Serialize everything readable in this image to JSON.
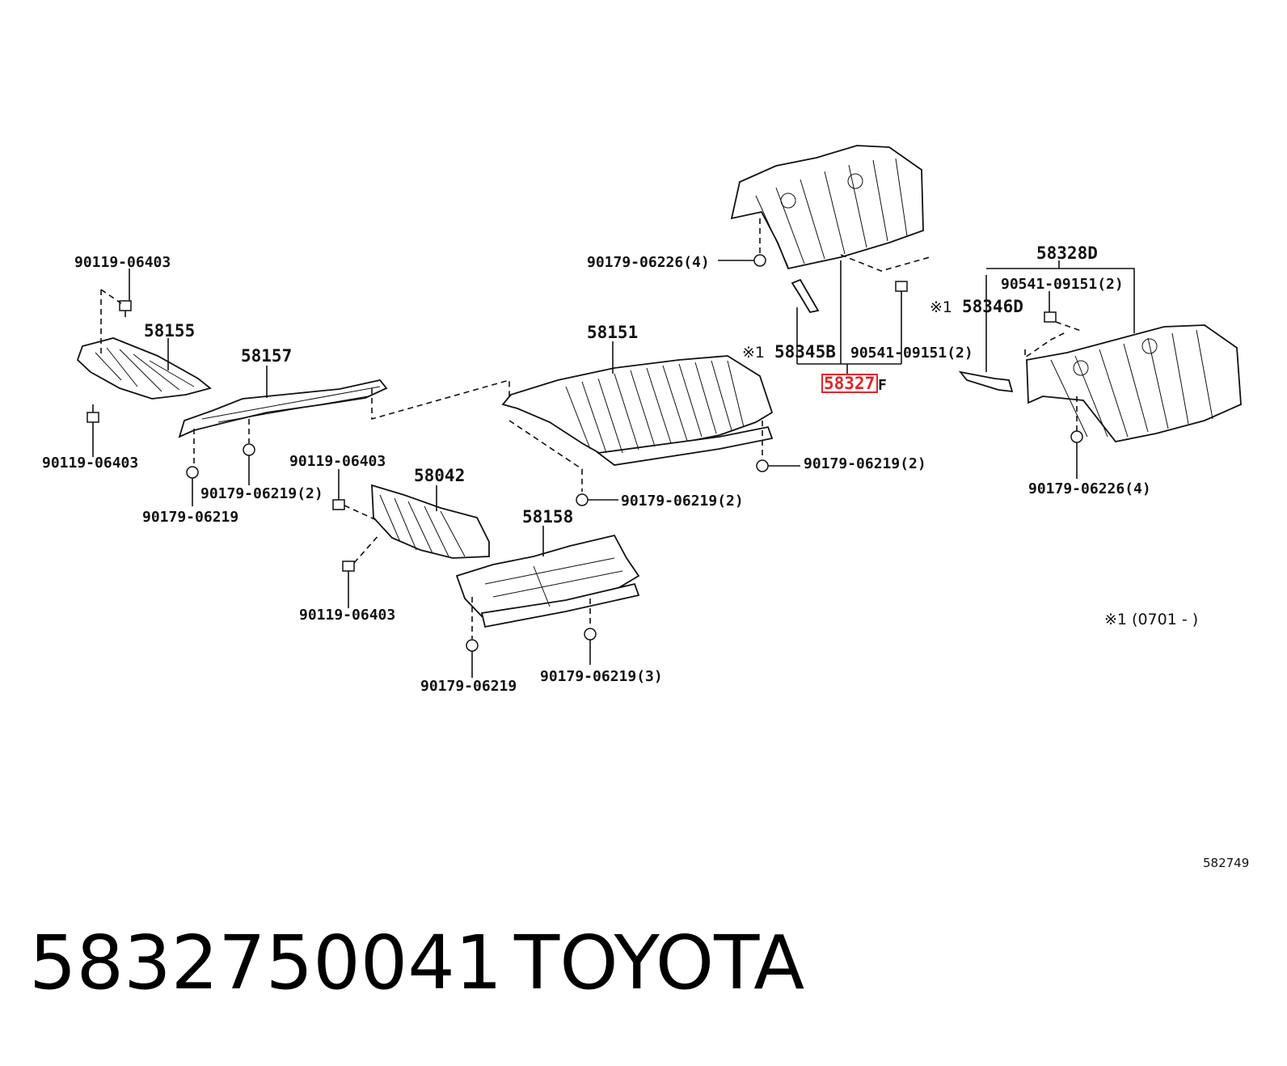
{
  "labels": {
    "p90119_06403_a": "90119-06403",
    "p90119_06403_b": "90119-06403",
    "p90119_06403_c": "90119-06403",
    "p90119_06403_d": "90119-06403",
    "p58155": "58155",
    "p58157": "58157",
    "p58151": "58151",
    "p58042": "58042",
    "p58158": "58158",
    "p90179_06219_a": "90179-06219",
    "p90179_06219_2_a": "90179-06219(2)",
    "p90179_06219_2_b": "90179-06219(2)",
    "p90179_06219_2_c": "90179-06219(2)",
    "p90179_06219_b": "90179-06219",
    "p90179_06219_3": "90179-06219(3)",
    "p90179_06226_4_a": "90179-06226(4)",
    "p90179_06226_4_b": "90179-06226(4)",
    "p58345B": "58345B",
    "p58345B_mark": "※1",
    "p90541_09151_2_a": "90541-09151(2)",
    "p90541_09151_2_b": "90541-09151(2)",
    "p58327": "58327",
    "p58327_suffix": "F",
    "p58328D": "58328D",
    "p58346D": "58346D",
    "p58346D_mark": "※1",
    "footnote": "※1 (0701 -       )",
    "illustration_id": "582749"
  },
  "caption": {
    "part_number": "5832750041",
    "brand": "TOYOTA"
  },
  "colors": {
    "highlight": "#e0262b",
    "ink": "#111111"
  }
}
